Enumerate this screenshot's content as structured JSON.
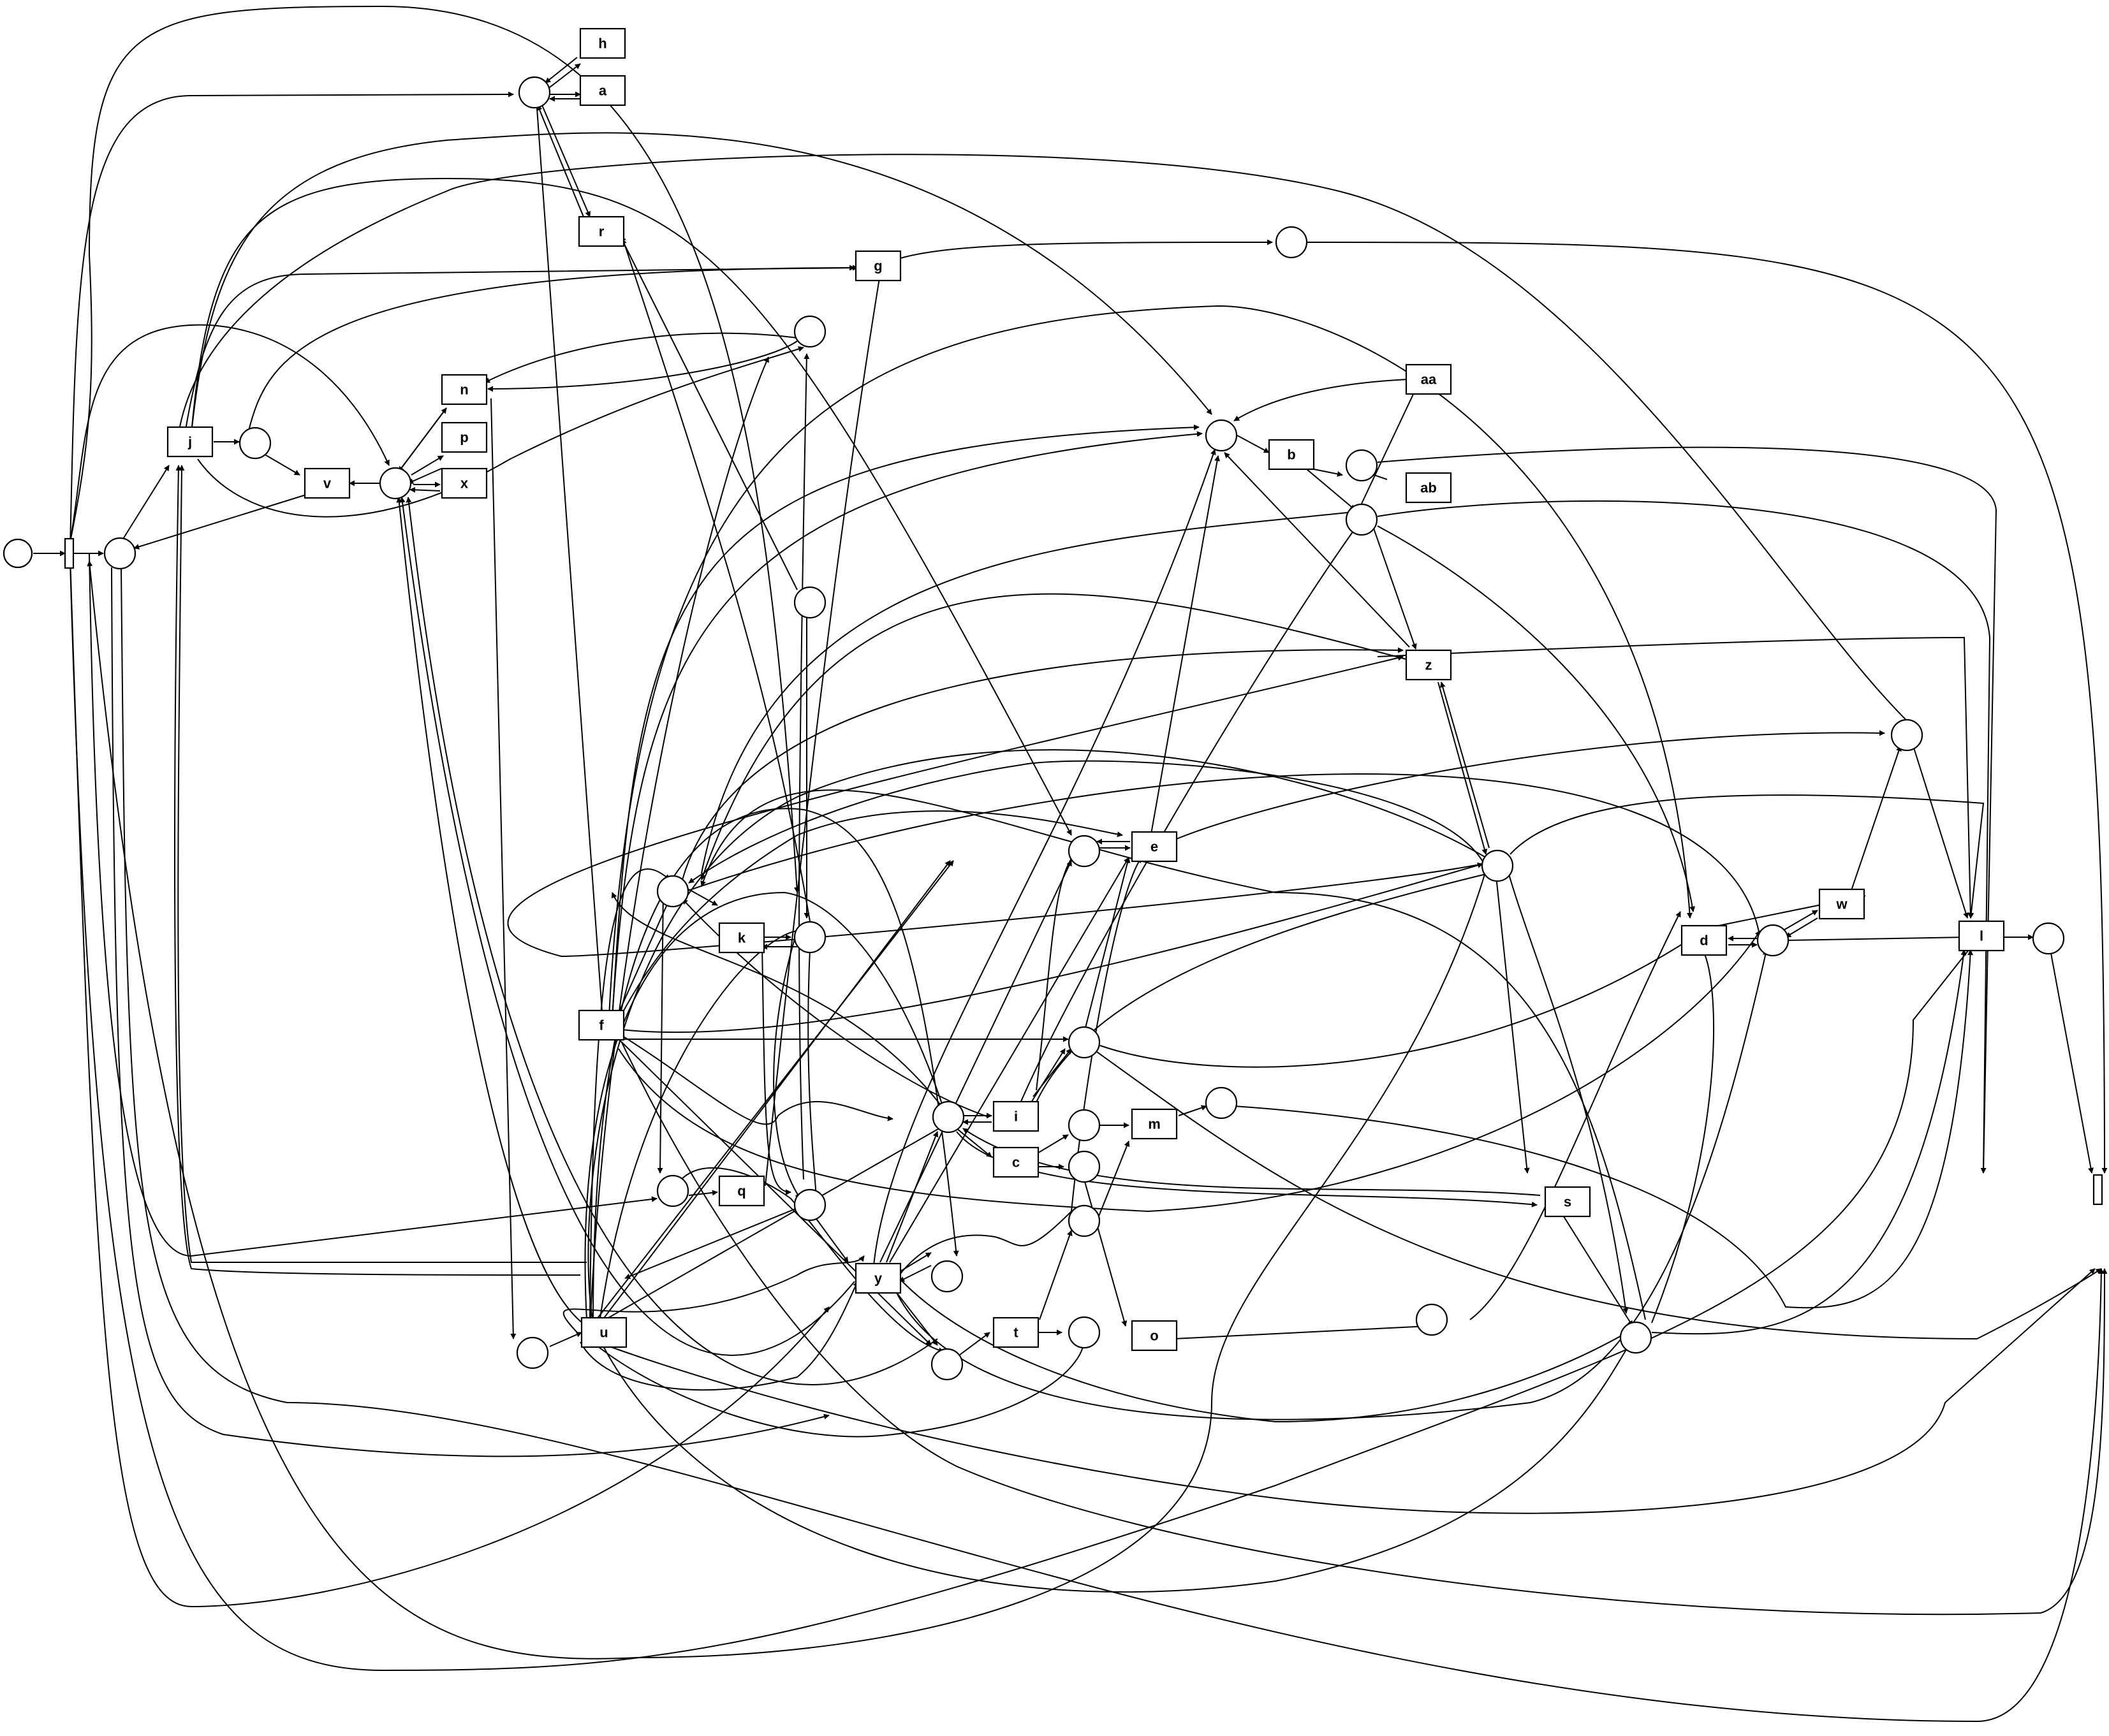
{
  "diagram": {
    "type": "petri-net",
    "transitions": [
      {
        "id": "h",
        "label": "h"
      },
      {
        "id": "a",
        "label": "a"
      },
      {
        "id": "r",
        "label": "r"
      },
      {
        "id": "g",
        "label": "g"
      },
      {
        "id": "n",
        "label": "n"
      },
      {
        "id": "p",
        "label": "p"
      },
      {
        "id": "x",
        "label": "x"
      },
      {
        "id": "j",
        "label": "j"
      },
      {
        "id": "v",
        "label": "v"
      },
      {
        "id": "aa",
        "label": "aa"
      },
      {
        "id": "b",
        "label": "b"
      },
      {
        "id": "ab",
        "label": "ab"
      },
      {
        "id": "z",
        "label": "z"
      },
      {
        "id": "e",
        "label": "e"
      },
      {
        "id": "k",
        "label": "k"
      },
      {
        "id": "f",
        "label": "f"
      },
      {
        "id": "w",
        "label": "w"
      },
      {
        "id": "d",
        "label": "d"
      },
      {
        "id": "l",
        "label": "l"
      },
      {
        "id": "i",
        "label": "i"
      },
      {
        "id": "m",
        "label": "m"
      },
      {
        "id": "c",
        "label": "c"
      },
      {
        "id": "s",
        "label": "s"
      },
      {
        "id": "q",
        "label": "q"
      },
      {
        "id": "y",
        "label": "y"
      },
      {
        "id": "u",
        "label": "u"
      },
      {
        "id": "o",
        "label": "o"
      },
      {
        "id": "t",
        "label": "t"
      }
    ],
    "arcs": [
      [
        "p_start",
        "t_start"
      ],
      [
        "t_start",
        "p2"
      ],
      [
        "t_start",
        "p_top"
      ],
      [
        "t_start",
        "p_vn"
      ],
      [
        "p2",
        "t_j"
      ],
      [
        "t_j",
        "p_jr"
      ],
      [
        "p_jr",
        "t_v"
      ],
      [
        "t_v",
        "p2"
      ],
      [
        "p_vn",
        "t_v"
      ],
      [
        "p_vn",
        "t_n"
      ],
      [
        "t_n",
        "p_vn"
      ],
      [
        "p_vn",
        "t_p"
      ],
      [
        "t_p",
        "p_vn"
      ],
      [
        "p_vn",
        "t_x"
      ],
      [
        "t_x",
        "p_vn"
      ],
      [
        "p_top",
        "t_h"
      ],
      [
        "t_h",
        "p_top"
      ],
      [
        "p_top",
        "t_a"
      ],
      [
        "t_a",
        "p_top"
      ],
      [
        "p_top",
        "t_r"
      ],
      [
        "t_r",
        "p_top"
      ],
      [
        "p_top",
        "t_f"
      ],
      [
        "p_jr",
        "t_g"
      ],
      [
        "t_g",
        "p_g"
      ],
      [
        "p_g",
        "t_end"
      ],
      [
        "p_n",
        "t_n"
      ],
      [
        "t_f",
        "p_n"
      ],
      [
        "t_n",
        "p_u"
      ],
      [
        "p_u",
        "t_u"
      ],
      [
        "t_f",
        "p_b"
      ],
      [
        "p_b",
        "t_b"
      ],
      [
        "t_aa",
        "p_b"
      ],
      [
        "t_b",
        "p_bz"
      ],
      [
        "p_bz",
        "t_aa"
      ],
      [
        "p_ab",
        "t_ab"
      ],
      [
        "t_ab",
        "p_ab"
      ],
      [
        "t_b",
        "p_ab"
      ],
      [
        "p_ab",
        "t_b"
      ],
      [
        "p_bz",
        "t_z"
      ],
      [
        "t_z",
        "p_b"
      ],
      [
        "p_bz",
        "t_d"
      ],
      [
        "p_bz",
        "t_l"
      ],
      [
        "p_z",
        "t_z"
      ],
      [
        "t_z",
        "p_z"
      ],
      [
        "p_z",
        "t_s"
      ],
      [
        "p_z",
        "t_l"
      ],
      [
        "p_ee",
        "t_e"
      ],
      [
        "t_e",
        "p_ee"
      ],
      [
        "t_e",
        "p_b"
      ],
      [
        "t_e",
        "p_rw"
      ],
      [
        "p_rw",
        "t_l"
      ],
      [
        "p_rw",
        "t_j"
      ],
      [
        "p_kl",
        "t_k"
      ],
      [
        "t_k",
        "p_kr"
      ],
      [
        "p_kr",
        "t_k"
      ],
      [
        "p_kl",
        "t_z"
      ],
      [
        "t_f",
        "p_kl"
      ],
      [
        "t_f",
        "p_ee"
      ],
      [
        "t_f",
        "p_e2"
      ],
      [
        "p_e2",
        "t_e"
      ],
      [
        "p_e2",
        "t_d"
      ],
      [
        "p_e2",
        "t_end"
      ],
      [
        "p_dw",
        "t_d"
      ],
      [
        "p_dw",
        "t_w"
      ],
      [
        "t_w",
        "p_dw"
      ],
      [
        "p_dw",
        "t_l"
      ],
      [
        "t_l",
        "p_ll"
      ],
      [
        "p_ll",
        "t_end"
      ],
      [
        "t_w",
        "p_rw"
      ],
      [
        "p_ii",
        "t_i"
      ],
      [
        "t_i",
        "p_ii"
      ],
      [
        "t_i",
        "p_e2"
      ],
      [
        "p_ii",
        "t_c"
      ],
      [
        "t_c",
        "p_m1"
      ],
      [
        "p_m1",
        "t_m"
      ],
      [
        "t_m",
        "p_m2"
      ],
      [
        "t_c",
        "p_o1"
      ],
      [
        "p_o1",
        "t_o"
      ],
      [
        "t_o",
        "p_o2"
      ],
      [
        "p_o2",
        "t_w"
      ],
      [
        "p_s",
        "t_s"
      ],
      [
        "t_s",
        "p_ii"
      ],
      [
        "t_s",
        "p_sd"
      ],
      [
        "p_sd",
        "t_l"
      ],
      [
        "p_q",
        "t_q"
      ],
      [
        "t_q",
        "p_q2"
      ],
      [
        "p_yk",
        "t_y"
      ],
      [
        "t_y",
        "p_y1"
      ],
      [
        "t_y",
        "p_y2"
      ],
      [
        "p_y2",
        "t_t"
      ],
      [
        "t_t",
        "p_t1"
      ],
      [
        "p_t1",
        "t_o"
      ],
      [
        "t_t",
        "p_t2"
      ],
      [
        "p_t2",
        "t_m"
      ],
      [
        "t_u",
        "p_y2"
      ],
      [
        "t_u",
        "p_ii"
      ],
      [
        "t_y",
        "p_ii"
      ],
      [
        "t_y",
        "p_ee"
      ],
      [
        "t_u",
        "p_kl"
      ],
      [
        "t_u",
        "p_vn"
      ],
      [
        "t_u",
        "p_sd"
      ],
      [
        "p_m2",
        "t_l"
      ],
      [
        "p_q2",
        "t_g"
      ],
      [
        "p_kr",
        "t_r"
      ]
    ]
  }
}
